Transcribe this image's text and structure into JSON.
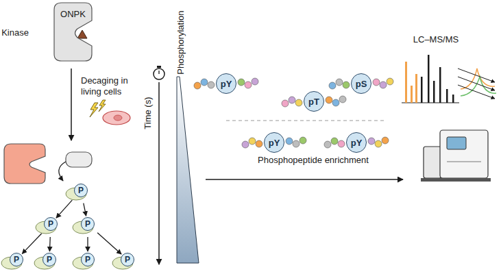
{
  "diagram": {
    "nodes": [
      {
        "text": [
          "ONPK"
        ]
      },
      {
        "text": [
          "P"
        ]
      },
      {
        "text": [
          "P"
        ]
      },
      {
        "text": [
          "P"
        ]
      },
      {
        "text": [
          "P"
        ]
      },
      {
        "text": [
          "P"
        ]
      },
      {
        "text": [
          "P"
        ]
      },
      {
        "text": [
          "P"
        ]
      },
      {
        "text": [
          "pY"
        ]
      },
      {
        "text": [
          "pT"
        ]
      },
      {
        "text": [
          "pS"
        ]
      },
      {
        "text": [
          "pY"
        ]
      },
      {
        "text": [
          "pY"
        ]
      }
    ],
    "edges": [
      {
        "from": 1,
        "to": 2,
        "arrow": "to"
      },
      {
        "from": 1,
        "to": 3,
        "arrow": "to"
      },
      {
        "from": 2,
        "to": 4,
        "arrow": "to"
      },
      {
        "from": 2,
        "to": 5,
        "arrow": "to"
      },
      {
        "from": 3,
        "to": 6,
        "arrow": "to"
      },
      {
        "from": 3,
        "to": 7,
        "arrow": "to"
      }
    ],
    "labels": [
      "Kinase",
      "Decaging in living cells",
      "Time (s)",
      "Phosphorylation",
      "Phosphopeptide enrichment",
      "LC–MS/MS"
    ]
  }
}
